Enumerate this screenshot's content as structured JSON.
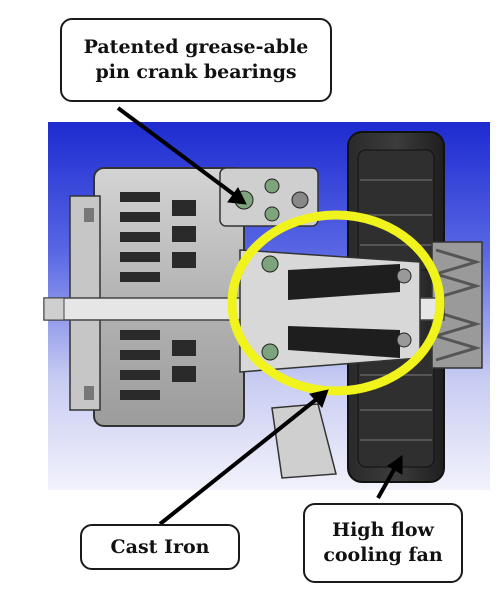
{
  "labels": {
    "bearings_line1": "Patented grease-able",
    "bearings_line2": "pin crank bearings",
    "cast_iron": "Cast Iron",
    "fan_line1": "High flow",
    "fan_line2": "cooling fan"
  },
  "colors": {
    "background_top": "#1d2bd0",
    "background_bottom": "#f2f2fb",
    "highlight_ring": "#f1f31c",
    "housing": "#bdbdbd",
    "callout_border": "#1a1a1a"
  }
}
